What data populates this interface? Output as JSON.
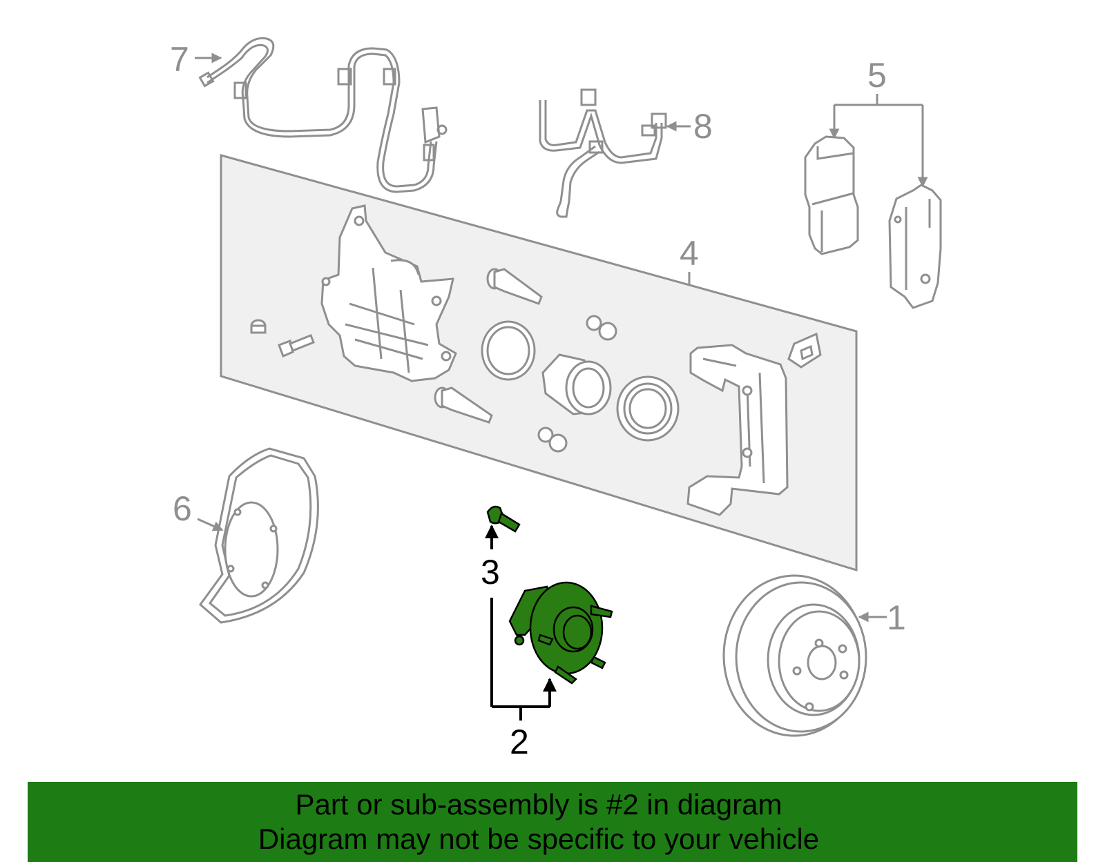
{
  "callouts": {
    "c1": "1",
    "c2": "2",
    "c3": "3",
    "c4": "4",
    "c5": "5",
    "c6": "6",
    "c7": "7",
    "c8": "8"
  },
  "colors": {
    "outline": "#8f8f8f",
    "panel": "#f0f0f0",
    "highlight": "#1d7d14",
    "highlight_part": "#2a7d12",
    "banner": "#1d7d14"
  },
  "banner": {
    "line1": "Part or sub-assembly is #2 in diagram",
    "line2": "Diagram may not be specific to your vehicle"
  }
}
